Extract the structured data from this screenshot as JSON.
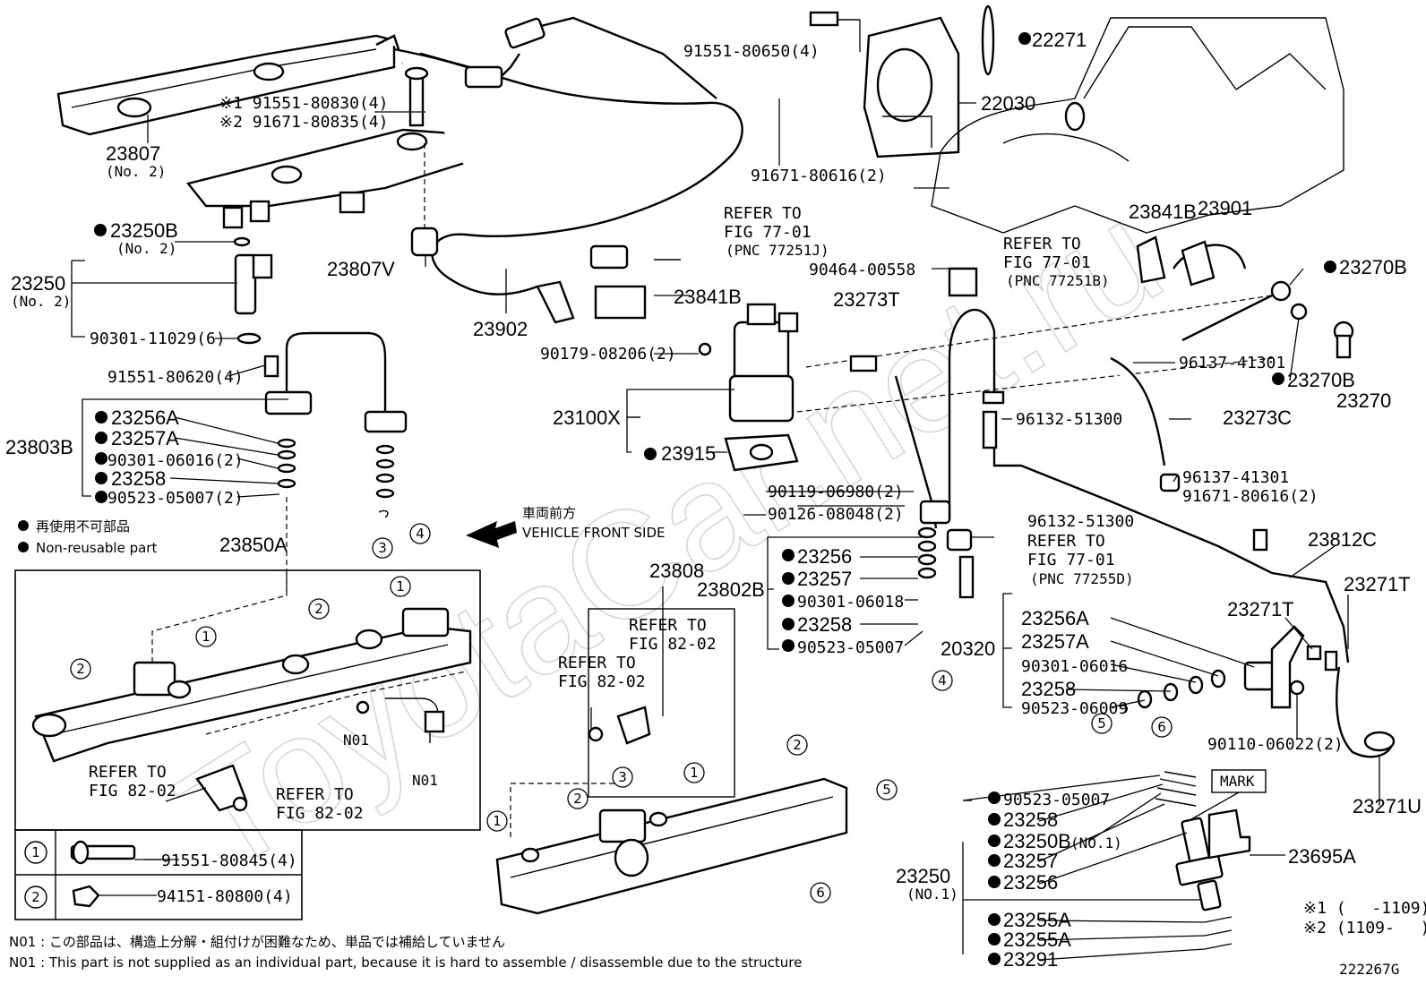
{
  "watermark": "ToyotaCar.net.ru",
  "figure_id": "222267G",
  "legend": {
    "marker_jp": "再使用不可部品",
    "marker_en": "Non-reusable part",
    "direction_jp": "車両前方",
    "direction_en": "VEHICLE FRONT SIDE"
  },
  "date_notes": {
    "n1": "※1 (　 -1109)",
    "n2": "※2 (1109-　 )"
  },
  "footnote": {
    "jp": "N01 : この部品は、構造上分解・組付けが困難なため、単品では補給していません",
    "en": "N01 : This part is not supplied as an individual part, because it is hard to assemble / disassemble due to the structure"
  },
  "bolt_table": [
    {
      "num": "1",
      "part": "91551-80845(4)"
    },
    {
      "num": "2",
      "part": "94151-80800(4)"
    }
  ],
  "labels": {
    "p91551_80650": "91551-80650(4)",
    "p22271": "22271",
    "p22030": "22030",
    "p91671_80616a": "91671-80616(2)",
    "p91551_80830": "※1 91551-80830(4)",
    "p91671_80835": "※2 91671-80835(4)",
    "p23807": "23807",
    "p23807_sub": "(No. 2)",
    "p23807v": "23807V",
    "p23902": "23902",
    "p23841b_a": "23841B",
    "p90179": "90179-08206(2)",
    "p23100x": "23100X",
    "p23915": "23915",
    "p90119": "90119-06980(2)",
    "p90126": "90126-08048(2)",
    "refer_7701_j_a": "REFER TO",
    "refer_7701_j_b": "FIG 77-01",
    "refer_7701_j_c": "(PNC 77251J)",
    "p90464": "90464-00558",
    "p23273t": "23273T",
    "p23841b_b": "23841B",
    "p23901": "23901",
    "refer_7701_b_a": "REFER TO",
    "refer_7701_b_b": "FIG 77-01",
    "refer_7701_b_c": "(PNC 77251B)",
    "p23270b_a": "23270B",
    "p96137_a": "96137-41301",
    "p23270b_b": "23270B",
    "p23270": "23270",
    "p96132_a": "96132-51300",
    "p23273c": "23273C",
    "p96137_b": "96137-41301",
    "p91671_80616b": "91671-80616(2)",
    "p23812c": "23812C",
    "p96132_b": "96132-51300",
    "refer_7701_d_a": "REFER TO",
    "refer_7701_d_b": "FIG 77-01",
    "refer_7701_d_c": "(PNC 77255D)",
    "p23271t_a": "23271T",
    "p23271t_b": "23271T",
    "p23271u": "23271U",
    "p90110": "90110-06022(2)",
    "p20320": "20320",
    "p23256a_r": "23256A",
    "p23257a_r": "23257A",
    "p90301_06016_r": "90301-06016",
    "p23258_r": "23258",
    "p90523_06009": "90523-06009",
    "p23802b": "23802B",
    "p23256_m": "23256",
    "p23257_m": "23257",
    "p90301_06018": "90301-06018",
    "p23258_m": "23258",
    "p90523_05007_m": "90523-05007",
    "p23808": "23808",
    "refer_8202_a1": "REFER TO",
    "refer_8202_a2": "FIG 82-02",
    "refer_8202_b1": "REFER TO",
    "refer_8202_b2": "FIG 82-02",
    "refer_8202_c1": "REFER TO",
    "refer_8202_c2": "FIG 82-02",
    "refer_8202_d1": "REFER TO",
    "refer_8202_d2": "FIG 82-02",
    "p23250b_top": "23250B",
    "p23250b_top_sub": "(No. 2)",
    "p23250_top": "23250",
    "p23250_top_sub": "(No. 2)",
    "p90301_11029": "90301-11029(6)",
    "p91551_80620": "91551-80620(4)",
    "p23803b": "23803B",
    "p23256a_l": "23256A",
    "p23257a_l": "23257A",
    "p90301_06016_l": "90301-06016(2)",
    "p23258_l": "23258",
    "p90523_05007_l": "90523-05007(2)",
    "p23850a": "23850A",
    "n01_a": "N01",
    "n01_b": "N01",
    "p23250_bot": "23250",
    "p23250_bot_sub": "(NO.1)",
    "p90523_05007_b": "90523-05007",
    "p23258_b": "23258",
    "p23250b_b": "23250B",
    "p23250b_b_sub": "(NO.1)",
    "p23257_b": "23257",
    "p23256_b": "23256",
    "p23255a_1": "23255A",
    "p23255a_2": "23255A",
    "p23291": "23291",
    "mark": "MARK",
    "p23695a": "23695A",
    "c1": "1",
    "c2": "2",
    "c3": "3",
    "c4": "4",
    "c5": "5",
    "c6": "6"
  }
}
